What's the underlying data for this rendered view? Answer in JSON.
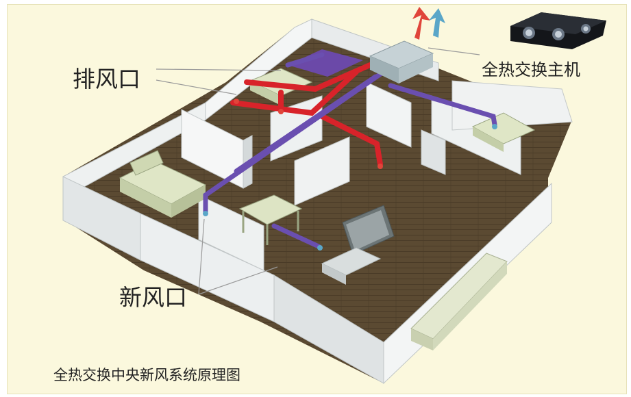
{
  "labels": {
    "exhaust_outlet": "排风口",
    "fresh_air_inlet": "新风口",
    "heat_exchanger_unit": "全热交换主机"
  },
  "caption": "全热交换中央新风系统原理图",
  "colors": {
    "background": "#fbf8dd",
    "floor": "#5b4a32",
    "wall": "#f1f3f3",
    "exhaust_duct": "#d8232a",
    "fresh_air_duct": "#6a4fb0",
    "furniture": "#d9e2c2"
  },
  "icons": [
    "heat-exchanger-unit-icon",
    "exhaust-arrow-icon",
    "fresh-air-arrow-icon"
  ]
}
